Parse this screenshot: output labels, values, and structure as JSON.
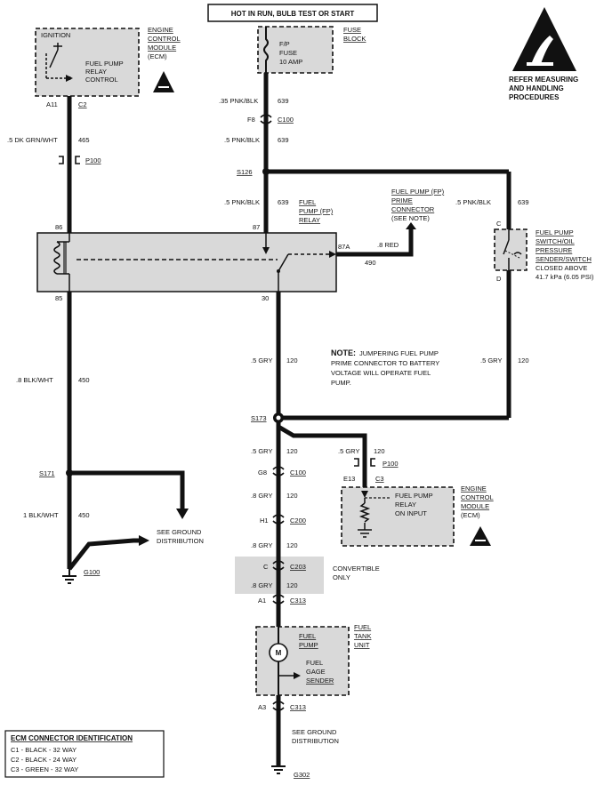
{
  "header": {
    "power_label": "HOT IN RUN, BULB TEST OR START"
  },
  "caution": {
    "line1": "REFER MEASURING",
    "line2": "AND HANDLING",
    "line3": "PROCEDURES"
  },
  "ecm_top": {
    "ignition": "IGNITION",
    "relay_ctrl": [
      "FUEL PUMP",
      "RELAY",
      "CONTROL"
    ],
    "title": [
      "ENGINE",
      "CONTROL",
      "MODULE",
      "(ECM)"
    ],
    "pin": "A11",
    "conn": "C2"
  },
  "fuse": {
    "label": [
      "F/P",
      "FUSE",
      "10 AMP"
    ],
    "block": [
      "FUSE",
      "BLOCK"
    ]
  },
  "wires": {
    "w465": {
      "color": ".5 DK GRN/WHT",
      "circuit": "465"
    },
    "w639a": {
      "color": ".35 PNK/BLK",
      "circuit": "639"
    },
    "w639b": {
      "color": ".5 PNK/BLK",
      "circuit": "639"
    },
    "w639c": {
      "color": ".5 PNK/BLK",
      "circuit": "639"
    },
    "w639d": {
      "color": ".5 PNK/BLK",
      "circuit": "639"
    },
    "w490": {
      "color": ".8 RED",
      "circuit": "490"
    },
    "w450a": {
      "color": ".8 BLK/WHT",
      "circuit": "450"
    },
    "w450b": {
      "color": "1 BLK/WHT",
      "circuit": "450"
    },
    "w120a": {
      "color": ".5 GRY",
      "circuit": "120"
    },
    "w120b": {
      "color": ".5 GRY",
      "circuit": "120"
    },
    "w120c": {
      "color": ".5 GRY",
      "circuit": "120"
    },
    "w120d": {
      "color": ".5 GRY",
      "circuit": "120"
    },
    "w120e": {
      "color": ".8 GRY",
      "circuit": "120"
    },
    "w120f": {
      "color": ".8 GRY",
      "circuit": "120"
    },
    "w120g": {
      "color": ".8 GRY",
      "circuit": "120"
    }
  },
  "connectors": {
    "p100a": "P100",
    "f8": "F8",
    "c100a": "C100",
    "p100b": "P100",
    "e13": "E13",
    "c3": "C3",
    "g8": "G8",
    "c100b": "C100",
    "h1": "H1",
    "c200": "C200",
    "c": "C",
    "c203": "C203",
    "a1": "A1",
    "c313a": "C313",
    "a3": "A3",
    "c313b": "C313"
  },
  "splices": {
    "s126": "S126",
    "s173": "S173",
    "s171": "S171"
  },
  "relay": {
    "title": [
      "FUEL",
      "PUMP (FP)",
      "RELAY"
    ],
    "pin86": "86",
    "pin87": "87",
    "pin87a": "87A",
    "pin85": "85",
    "pin30": "30"
  },
  "prime": {
    "title": [
      "FUEL PUMP (FP)",
      "PRIME",
      "CONNECTOR",
      "(SEE NOTE)"
    ]
  },
  "switch": {
    "pinC": "C",
    "pinD": "D",
    "title": [
      "FUEL PUMP",
      "SWITCH/OIL",
      "PRESSURE",
      "SENDER/SWITCH",
      "CLOSED ABOVE",
      "41.7 kPa (6.05 PSI)"
    ]
  },
  "note": {
    "head": "NOTE:",
    "lines": [
      "JUMPERING FUEL PUMP",
      "PRIME CONNECTOR TO BATTERY",
      "VOLTAGE WILL OPERATE FUEL",
      "PUMP."
    ]
  },
  "ecm_bottom": {
    "input": [
      "FUEL PUMP",
      "RELAY",
      "ON INPUT"
    ],
    "title": [
      "ENGINE",
      "CONTROL",
      "MODULE",
      "(ECM)"
    ]
  },
  "ground": {
    "see1": [
      "SEE GROUND",
      "DISTRIBUTION"
    ],
    "see2": [
      "SEE GROUND",
      "DISTRIBUTION"
    ],
    "g100": "G100",
    "g302": "G302"
  },
  "convertible": [
    "CONVERTIBLE",
    "ONLY"
  ],
  "tank": {
    "pump": [
      "FUEL",
      "PUMP"
    ],
    "sender": [
      "FUEL",
      "GAGE",
      "SENDER"
    ],
    "unit": [
      "FUEL",
      "TANK",
      "UNIT"
    ],
    "motor": "M"
  },
  "legend": {
    "title": "ECM CONNECTOR IDENTIFICATION",
    "rows": [
      "C1 - BLACK - 32 WAY",
      "C2 - BLACK - 24 WAY",
      "C3 - GREEN - 32 WAY"
    ]
  }
}
